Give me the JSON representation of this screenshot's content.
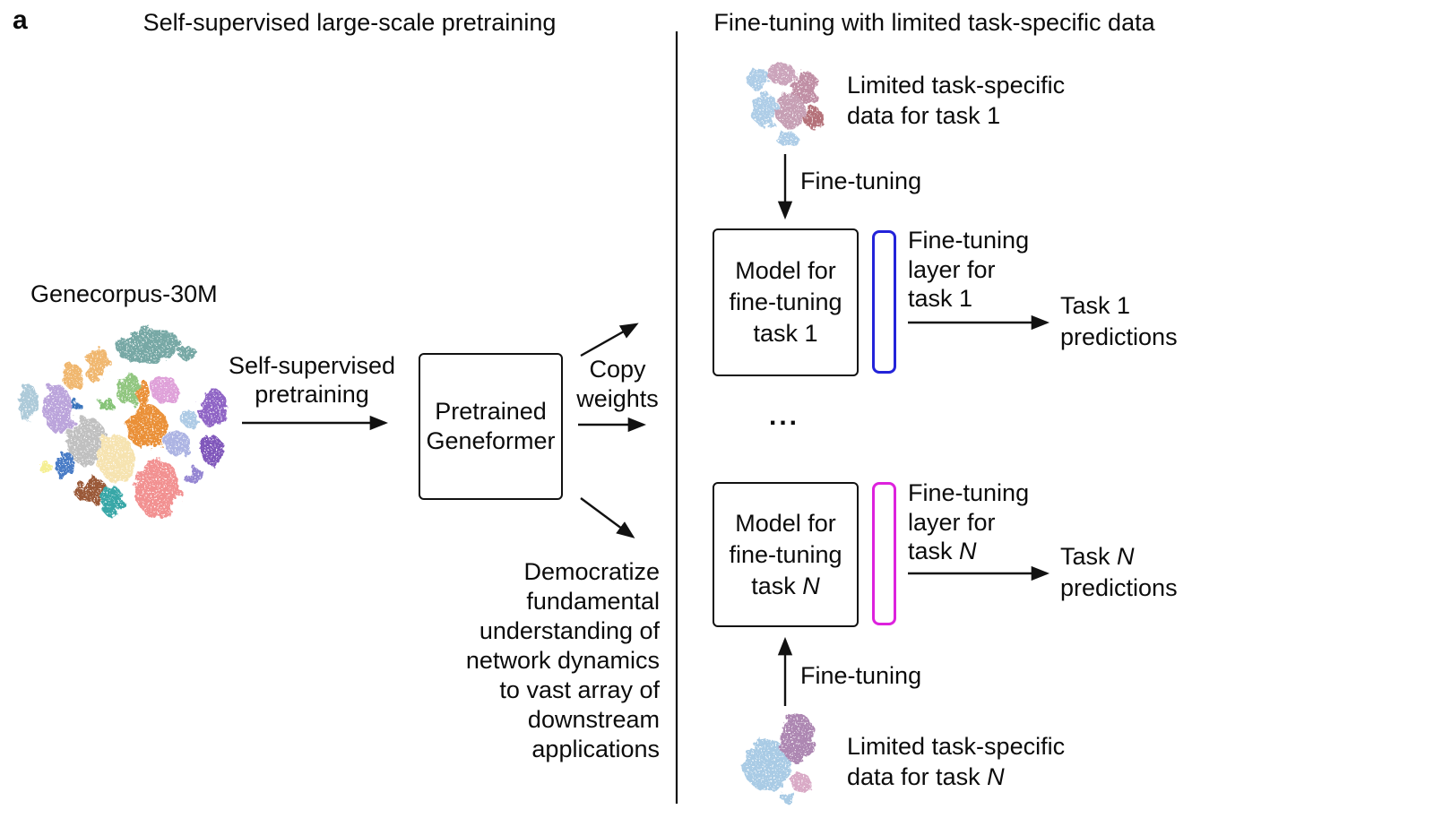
{
  "panel_label": "a",
  "colors": {
    "task1_layer": "#2323d9",
    "taskN_layer": "#dd22dd",
    "line": "#111111",
    "umap_main_palette": [
      "#6fa4a1",
      "#f0b468",
      "#8cc47a",
      "#de9cd8",
      "#a9c8d8",
      "#b8a0da",
      "#2e6cb8",
      "#7fc06f",
      "#8a5cc2",
      "#a9c8e4",
      "#e98b2d",
      "#bdbdbd",
      "#a9b0e2",
      "#7a4fb8",
      "#f6e2ac",
      "#3f74c4",
      "#f5ef8d",
      "#8f7fd0",
      "#f28c8c",
      "#95512e",
      "#2fa3a3"
    ],
    "umap_task_palette": [
      "#aacbe6",
      "#c9a0b8",
      "#bd8aa1",
      "#a981ae",
      "#d7a6c4"
    ]
  },
  "left": {
    "title": "Self-supervised large-scale pretraining",
    "corpus_label": "Genecorpus-30M",
    "pretrain_label_line1": "Self-supervised",
    "pretrain_label_line2": "pretraining",
    "model_box_line1": "Pretrained",
    "model_box_line2": "Geneformer",
    "copy_weights_line1": "Copy",
    "copy_weights_line2": "weights",
    "democratize_lines": [
      "Democratize",
      "fundamental",
      "understanding of",
      "network dynamics",
      "to vast array of",
      "downstream",
      "applications"
    ]
  },
  "right": {
    "title": "Fine-tuning with limited task-specific data",
    "ellipsis": "...",
    "task1": {
      "n": "1",
      "data_line1": "Limited task-specific",
      "data_line2_prefix": "data for task ",
      "finetune_label": "Fine-tuning",
      "model_line1": "Model for",
      "model_line2": "fine-tuning",
      "model_line3_prefix": "task ",
      "layer_line1": "Fine-tuning",
      "layer_line2": "layer for",
      "layer_line3_prefix": "task ",
      "pred_line1_prefix": "Task ",
      "pred_line2": "predictions"
    },
    "taskN": {
      "n": "N",
      "data_line1": "Limited task-specific",
      "data_line2_prefix": "data for task ",
      "finetune_label": "Fine-tuning",
      "model_line1": "Model for",
      "model_line2": "fine-tuning",
      "model_line3_prefix": "task ",
      "layer_line1": "Fine-tuning",
      "layer_line2": "layer for",
      "layer_line3_prefix": "task ",
      "pred_line1_prefix": "Task ",
      "pred_line2": "predictions"
    }
  }
}
